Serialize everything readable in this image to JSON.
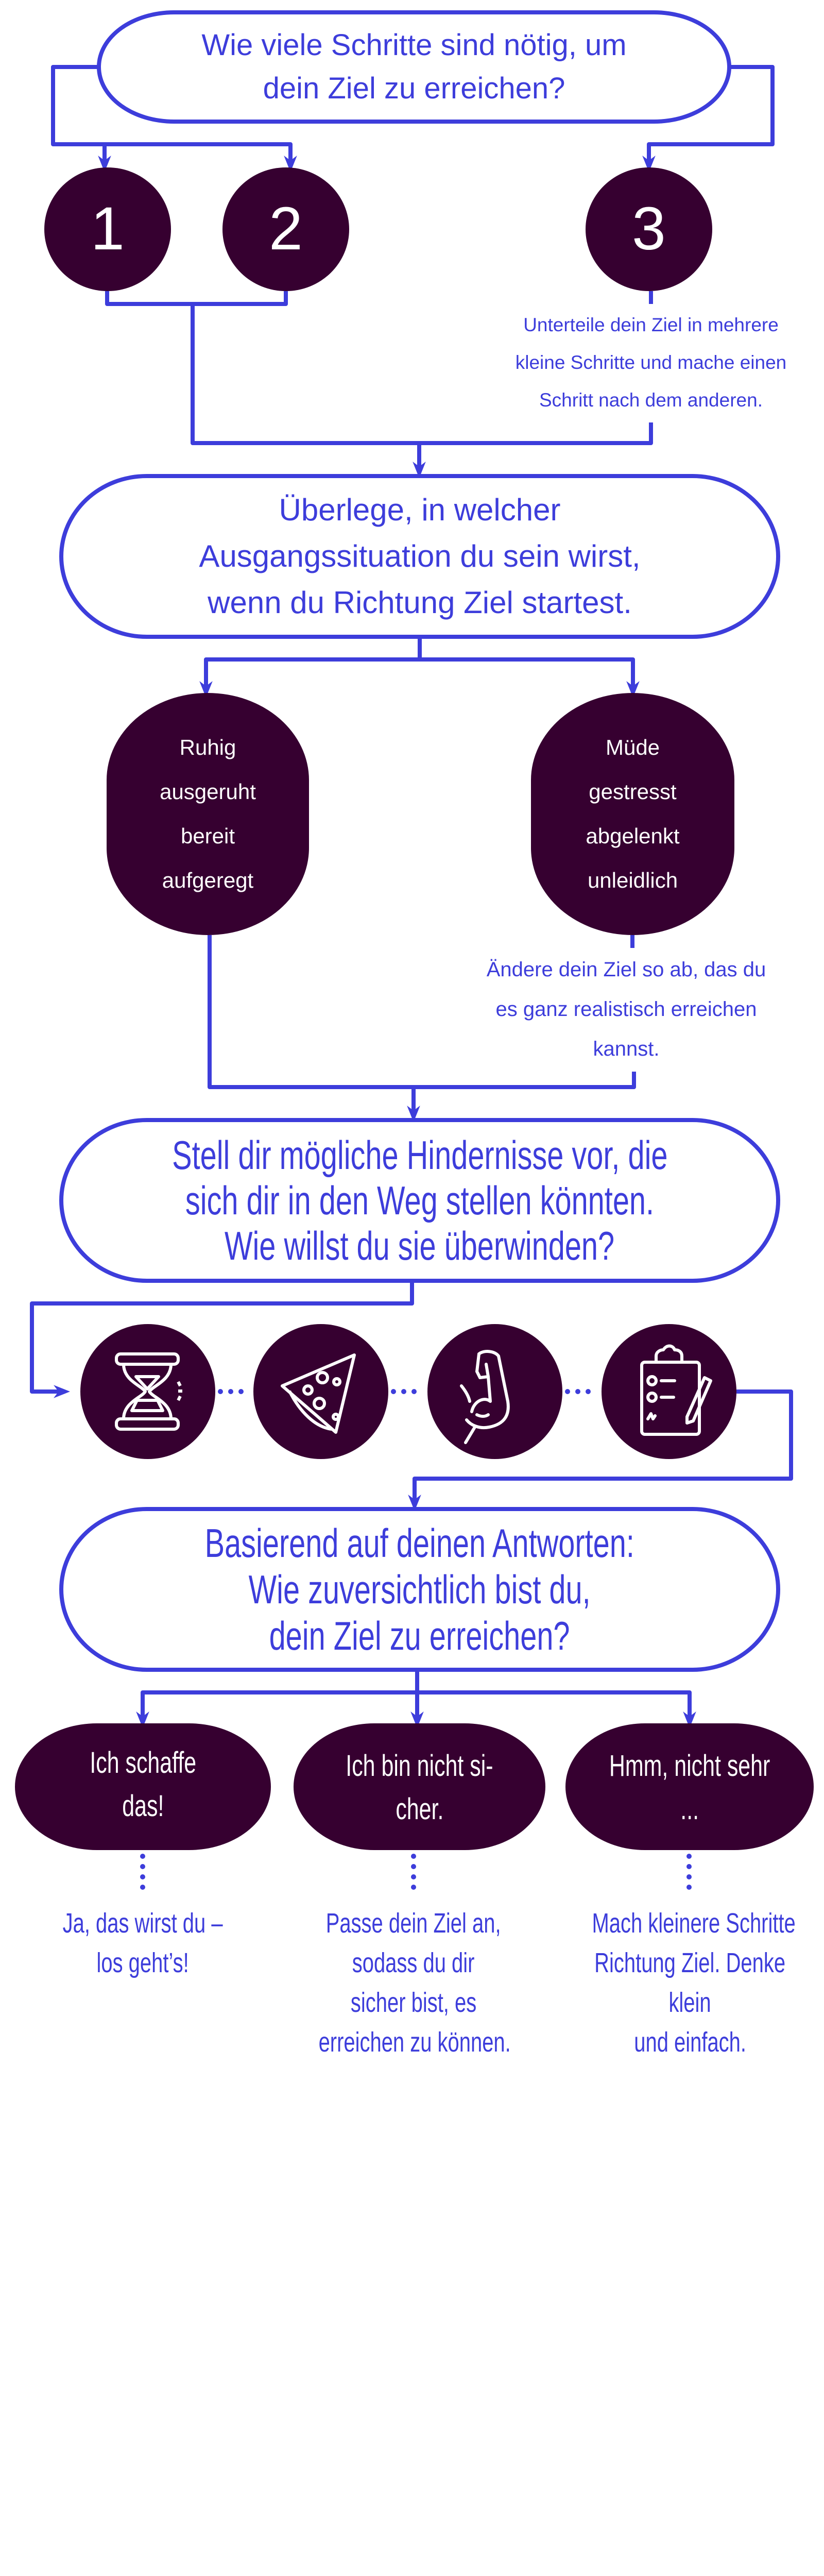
{
  "colors": {
    "accent": "#3d3ddb",
    "node": "#360030",
    "background": "#ffffff"
  },
  "step1": {
    "question": [
      "Wie viele Schritte sind nötig, um",
      "dein Ziel zu erreichen?"
    ],
    "options": [
      "1",
      "2",
      "3"
    ],
    "option3_advice": [
      "Unterteile dein Ziel in mehrere",
      "kleine Schritte und mache einen",
      "Schritt nach dem anderen."
    ]
  },
  "step2": {
    "question": [
      "Überlege, in welcher",
      "Ausgangssituation du sein wirst,",
      "wenn du Richtung Ziel startest."
    ],
    "good_state": [
      "Ruhig",
      "ausgeruht",
      "bereit",
      "aufgeregt"
    ],
    "bad_state": [
      "Müde",
      "gestresst",
      "abgelenkt",
      "unleidlich"
    ],
    "bad_state_advice": [
      "Ändere dein Ziel so ab, das du",
      "es ganz realistisch erreichen",
      "kannst."
    ]
  },
  "step3": {
    "question": [
      "Stell dir mögliche Hindernisse vor, die",
      "sich dir in den Weg stellen könnten.",
      "Wie willst du sie überwinden?"
    ],
    "obstacle_icons": [
      "hourglass-icon",
      "pizza-icon",
      "flexed-arm-icon",
      "clipboard-checklist-icon"
    ]
  },
  "step4": {
    "question": [
      "Basierend auf deinen Antworten:",
      "Wie zuversichtlich bist du,",
      "dein Ziel zu erreichen?"
    ],
    "answers": [
      {
        "label": [
          "Ich schaffe",
          "das!"
        ],
        "advice": [
          "Ja, das wirst du –",
          "los geht’s!"
        ]
      },
      {
        "label": [
          "Ich bin nicht si-",
          "cher."
        ],
        "advice": [
          "Passe dein Ziel an,",
          "sodass du dir",
          "sicher bist, es",
          "erreichen zu können."
        ]
      },
      {
        "label": [
          "Hmm, nicht sehr",
          "..."
        ],
        "advice": [
          "Mach kleinere Schritte",
          "Richtung Ziel. Denke",
          "klein",
          "und einfach."
        ]
      }
    ]
  }
}
